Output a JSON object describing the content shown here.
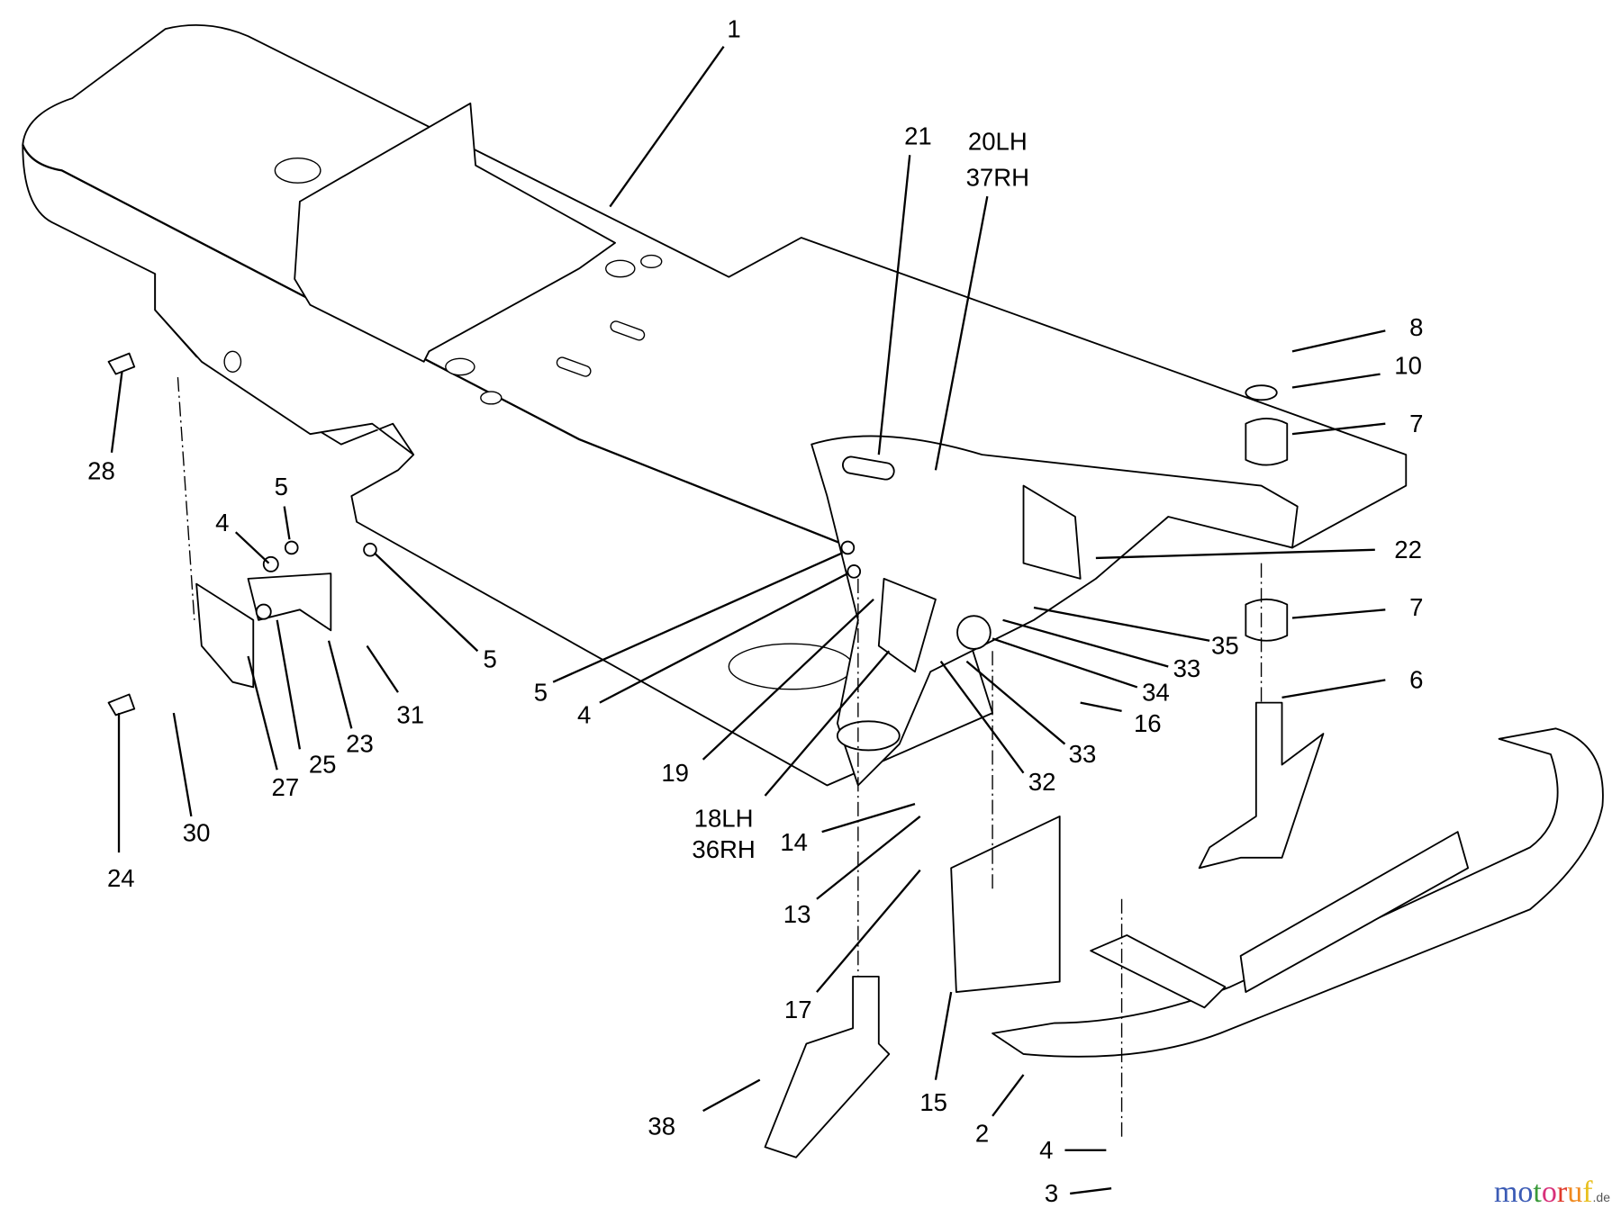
{
  "diagram": {
    "callouts": [
      "1",
      "21",
      "20LH",
      "37RH",
      "8",
      "10",
      "7",
      "22",
      "7",
      "35",
      "33",
      "34",
      "6",
      "16",
      "33",
      "32",
      "28",
      "5",
      "4",
      "5",
      "5",
      "4",
      "31",
      "23",
      "25",
      "27",
      "19",
      "18LH",
      "36RH",
      "14",
      "30",
      "24",
      "13",
      "17",
      "15",
      "2",
      "38",
      "4",
      "3"
    ]
  },
  "watermark": {
    "text": "motoruf",
    "suffix": ".de",
    "letter_colors": [
      "#3b5bb5",
      "#3b5bb5",
      "#3a9a3a",
      "#d8307a",
      "#e03a2a",
      "#f08a20",
      "#e8c020"
    ]
  }
}
